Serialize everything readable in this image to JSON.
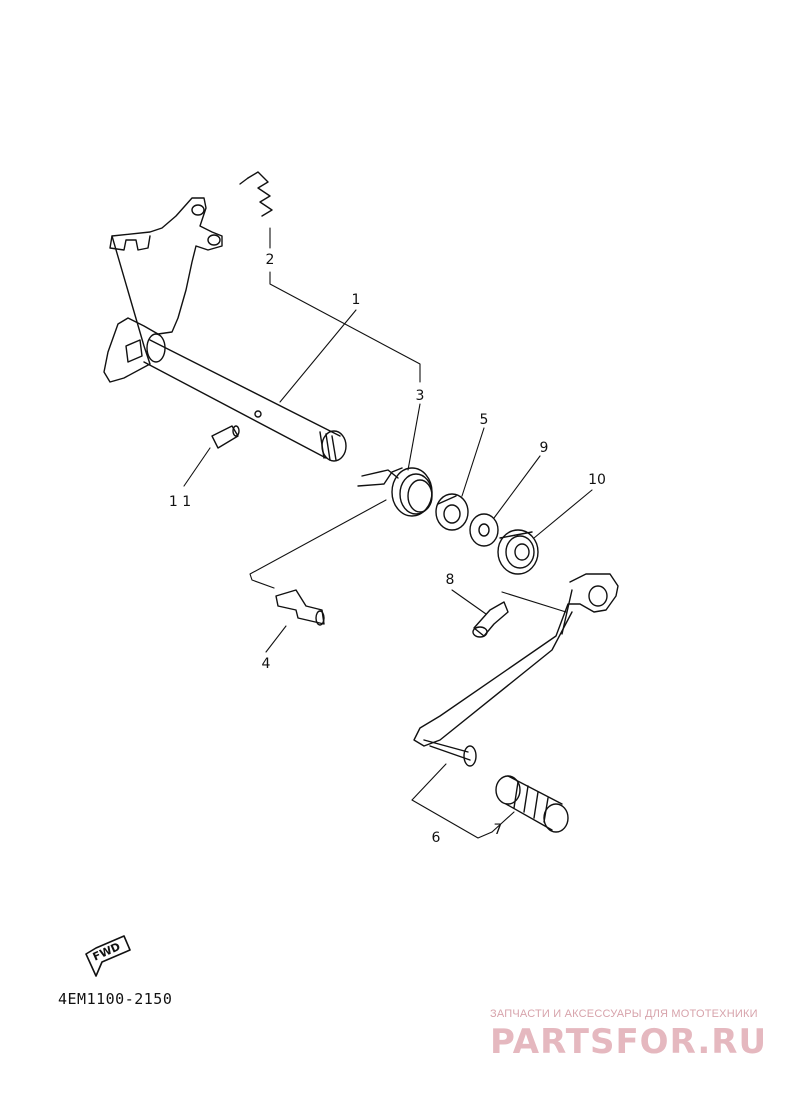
{
  "diagram": {
    "callouts": [
      {
        "id": "1",
        "label": "1"
      },
      {
        "id": "2",
        "label": "2"
      },
      {
        "id": "3",
        "label": "3"
      },
      {
        "id": "4",
        "label": "4"
      },
      {
        "id": "5",
        "label": "5"
      },
      {
        "id": "6",
        "label": "6"
      },
      {
        "id": "7",
        "label": "7"
      },
      {
        "id": "8",
        "label": "8"
      },
      {
        "id": "9",
        "label": "9"
      },
      {
        "id": "10",
        "label": "10"
      },
      {
        "id": "11",
        "label": "1 1"
      }
    ],
    "fwd_label": "FWD",
    "drawing_code": "4EM1100-2150"
  },
  "watermark": {
    "subtitle": "ЗАПЧАСТИ И АКСЕССУАРЫ ДЛЯ МОТОТЕХНИКИ",
    "logo": "PARTSFOR.RU",
    "color": "#e5b8bf"
  }
}
